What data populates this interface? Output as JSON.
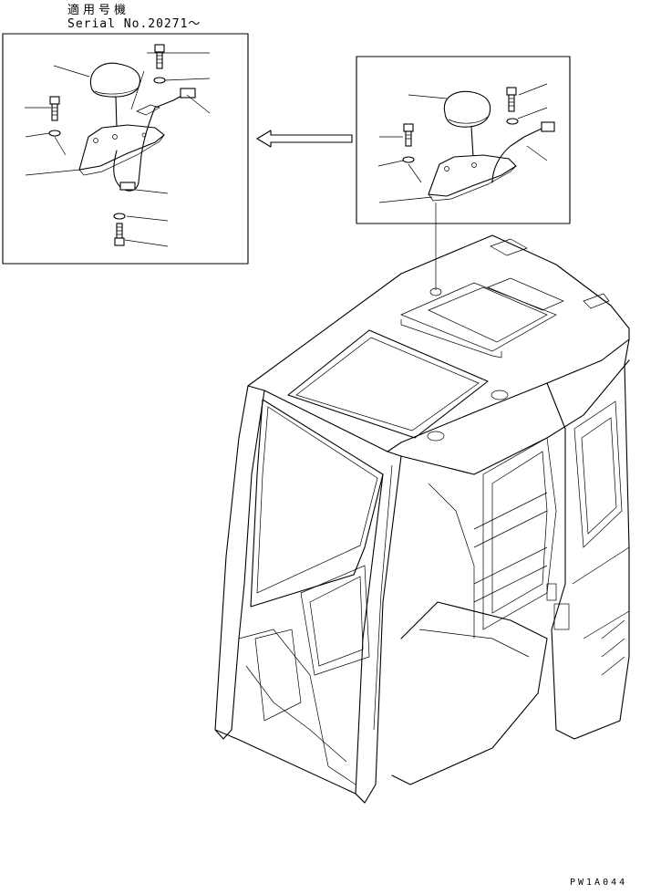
{
  "header": {
    "applicability": "適用号機",
    "serial": "Serial No.20271～"
  },
  "drawing_code": "PW1A044",
  "figure": {
    "parts": [
      "beacon-lamp",
      "bolt",
      "washer",
      "bracket",
      "harness",
      "clamp"
    ]
  }
}
